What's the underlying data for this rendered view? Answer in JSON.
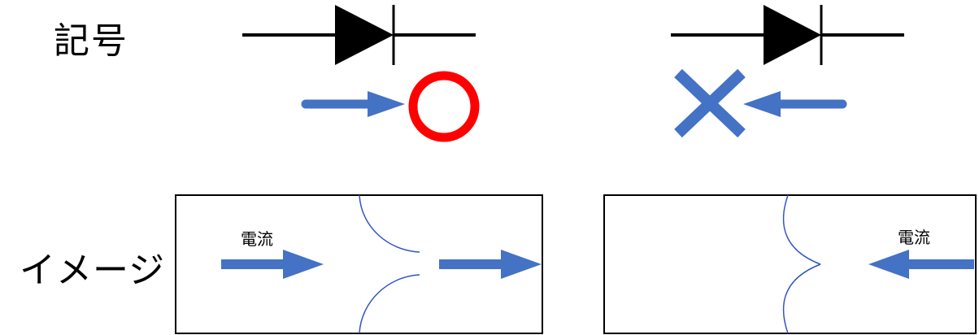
{
  "labels": {
    "symbol": "記号",
    "image": "イメージ",
    "current_left": "電流",
    "current_right": "電流"
  },
  "colors": {
    "line": "#000000",
    "arrow": "#4472c4",
    "ok_mark": "#ff0000",
    "ng_mark": "#4472c4",
    "junction": "#2f55c4"
  },
  "icons": {
    "ok": "circle-mark-icon",
    "ng": "cross-mark-icon",
    "diode": "diode-symbol-icon"
  }
}
